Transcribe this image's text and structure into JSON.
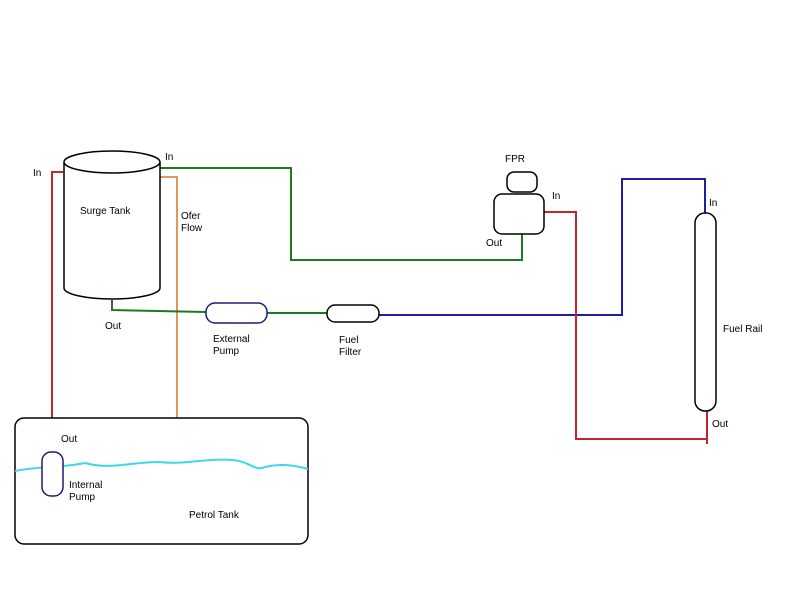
{
  "colors": {
    "return_red": "#c0282a",
    "supply_green": "#1f7a1f",
    "supply_blue": "#1f1fa3",
    "overflow_orange": "#e0985a",
    "fuel_level_cyan": "#3fd8e8",
    "outline_black": "#000000",
    "pump_outline_navy": "#1c1c78"
  },
  "labels": {
    "surge_tank": "Surge Tank",
    "surge_in_left": "In",
    "surge_in_right": "In",
    "surge_out": "Out",
    "overflow_line1": "Ofer",
    "overflow_line2": "Flow",
    "fpr": "FPR",
    "fpr_in": "In",
    "fpr_out": "Out",
    "external_pump_line1": "External",
    "external_pump_line2": "Pump",
    "fuel_filter_line1": "Fuel",
    "fuel_filter_line2": "Filter",
    "fuel_rail": "Fuel Rail",
    "rail_in": "In",
    "rail_out": "Out",
    "internal_pump_out": "Out",
    "internal_pump_line1": "Internal",
    "internal_pump_line2": "Pump",
    "petrol_tank": "Petrol Tank"
  }
}
